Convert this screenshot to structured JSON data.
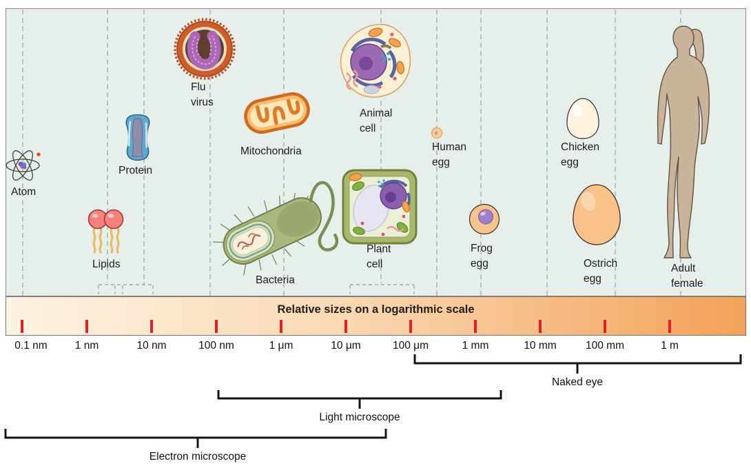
{
  "figure": {
    "panel_bg": "#e7efeb",
    "organisms": [
      {
        "label": "Atom"
      },
      {
        "label": "Lipids"
      },
      {
        "label": "Protein"
      },
      {
        "label": "Flu\nvirus"
      },
      {
        "label": "Mitochondria"
      },
      {
        "label": "Bacteria"
      },
      {
        "label": "Animal\ncell"
      },
      {
        "label": "Plant\ncell"
      },
      {
        "label": "Human\negg"
      },
      {
        "label": "Frog\negg"
      },
      {
        "label": "Chicken\negg"
      },
      {
        "label": "Ostrich\negg"
      },
      {
        "label": "Adult\nfemale"
      }
    ],
    "scale_bar": {
      "title": "Relative sizes on a logarithmic scale",
      "tick_color": "#e42028",
      "gradient_left": "#fdf3e3",
      "gradient_right": "#f3a159",
      "tick_labels": [
        "0.1 nm",
        "1 nm",
        "10 nm",
        "100 nm",
        "1 μm",
        "10 μm",
        "100 μm",
        "1 mm",
        "10 mm",
        "100 mm",
        "1 m"
      ]
    },
    "view_ranges": [
      {
        "label": "Naked eye"
      },
      {
        "label": "Light microscope"
      },
      {
        "label": "Electron microscope"
      }
    ]
  }
}
